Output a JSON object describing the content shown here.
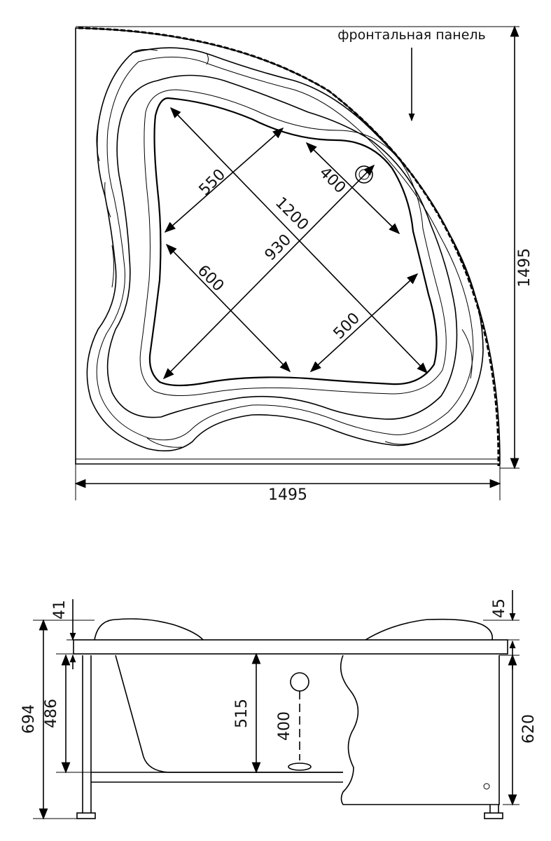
{
  "top_view": {
    "front_panel_label": "фронтальная панель",
    "width_label": "1495",
    "height_label": "1495",
    "dimensions": {
      "d550": "550",
      "d400": "400",
      "d1200": "1200",
      "d930": "930",
      "d600": "600",
      "d500": "500"
    }
  },
  "side_view": {
    "d41": "41",
    "d45": "45",
    "d694": "694",
    "d486": "486",
    "d515": "515",
    "d400": "400",
    "d620": "620"
  }
}
